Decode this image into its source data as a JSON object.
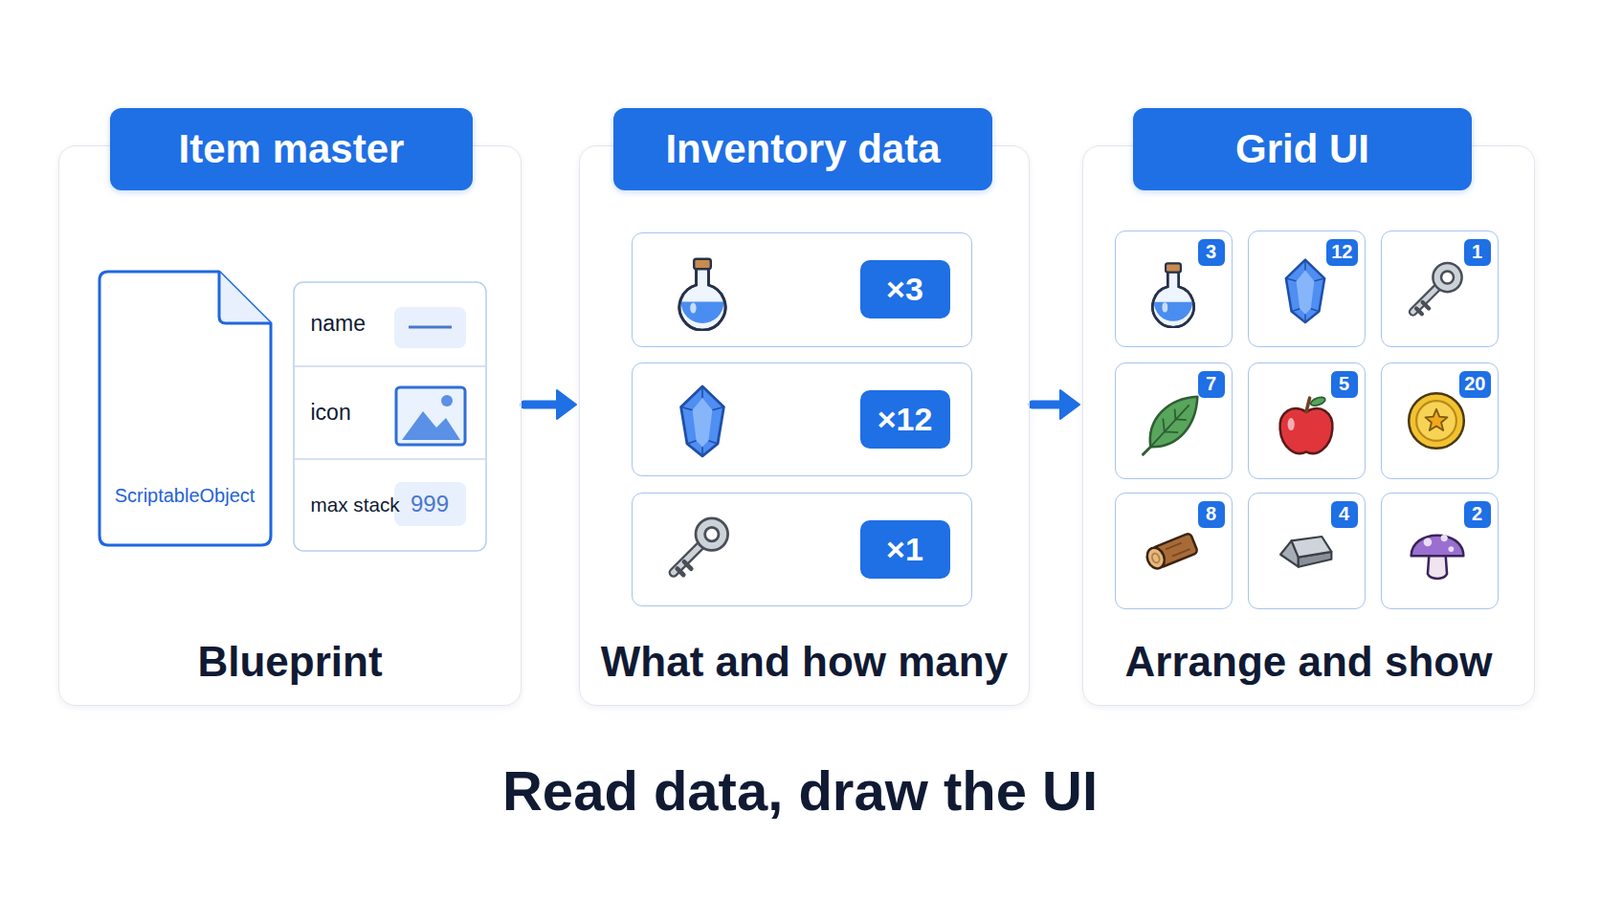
{
  "diagram": {
    "title": "Read data, draw the UI",
    "nodes": [
      {
        "text": [
          "Item master",
          "Blueprint"
        ]
      },
      {
        "text": [
          "ScriptableObject"
        ],
        "in": 0
      },
      {
        "text": [
          "name"
        ],
        "in": 0
      },
      {
        "text": [
          "icon"
        ],
        "in": 0
      },
      {
        "text": [
          "max stack",
          "999"
        ],
        "in": 0
      },
      {
        "text": [
          "Inventory data",
          "What and how many"
        ]
      },
      {
        "text": [
          "×3"
        ],
        "in": 5
      },
      {
        "text": [
          "×12"
        ],
        "in": 5
      },
      {
        "text": [
          "×1"
        ],
        "in": 5
      },
      {
        "text": [
          "Grid UI",
          "Arrange and show"
        ]
      },
      {
        "text": [
          "3"
        ],
        "in": 9
      },
      {
        "text": [
          "12"
        ],
        "in": 9
      },
      {
        "text": [
          "1"
        ],
        "in": 9
      },
      {
        "text": [
          "7"
        ],
        "in": 9
      },
      {
        "text": [
          "5"
        ],
        "in": 9
      },
      {
        "text": [
          "20"
        ],
        "in": 9
      },
      {
        "text": [
          "8"
        ],
        "in": 9
      },
      {
        "text": [
          "4"
        ],
        "in": 9
      },
      {
        "text": [
          "2"
        ],
        "in": 9
      }
    ],
    "edges": [
      {
        "from": 0,
        "to": 5,
        "arrow": "to"
      },
      {
        "from": 5,
        "to": 9,
        "arrow": "to"
      }
    ]
  }
}
